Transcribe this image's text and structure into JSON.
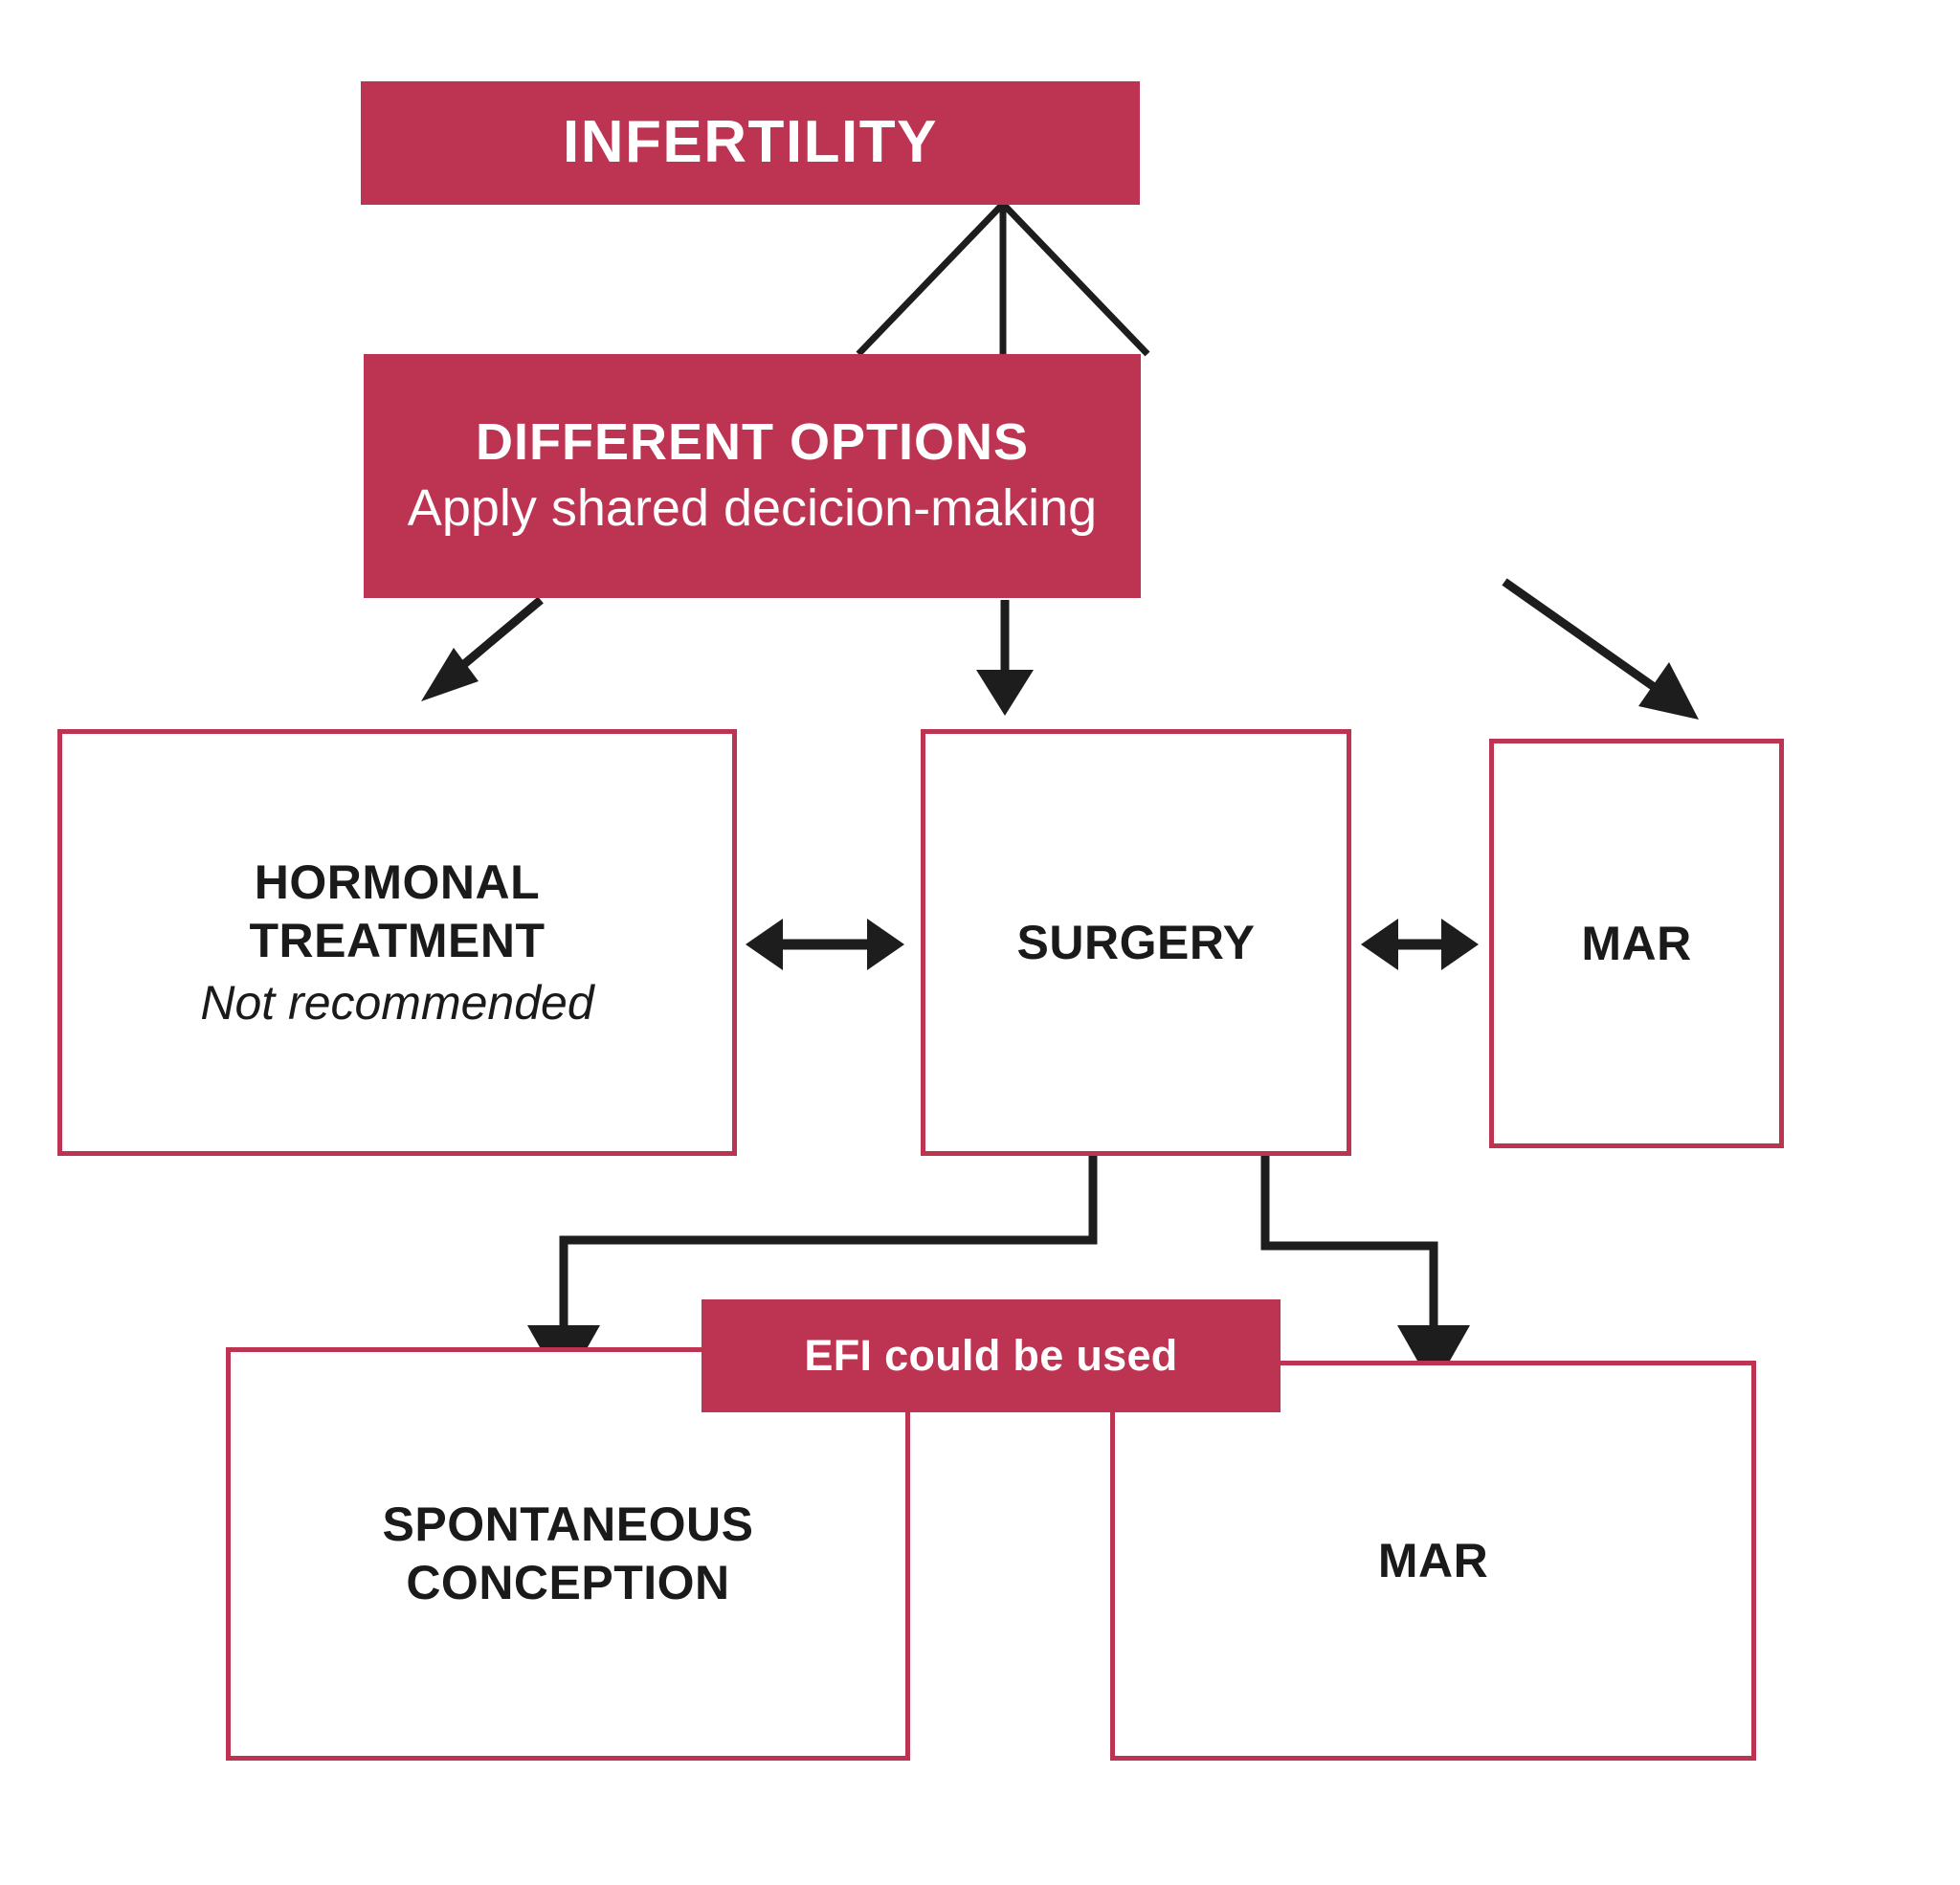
{
  "diagram": {
    "title": "INFERTILITY treatment options flowchart",
    "accent_color": "#BC3452",
    "line_color": "#1D1D1D",
    "background_color": "#FFFFFF"
  },
  "nodes": {
    "infertility": {
      "label": "INFERTILITY",
      "style": "filled"
    },
    "different_options": {
      "label": "DIFFERENT OPTIONS",
      "subtitle": "Apply shared decicion-making",
      "style": "filled"
    },
    "hormonal_treatment": {
      "label_line1": "HORMONAL",
      "label_line2": "TREATMENT",
      "note": "Not recommended",
      "style": "outlined"
    },
    "surgery": {
      "label": "SURGERY",
      "style": "outlined"
    },
    "mar_middle": {
      "label": "MAR",
      "style": "outlined"
    },
    "spontaneous_conception": {
      "label_line1": "SPONTANEOUS",
      "label_line2": "CONCEPTION",
      "style": "outlined"
    },
    "mar_bottom": {
      "label": "MAR",
      "style": "outlined"
    },
    "efi_banner": {
      "label": "EFI could be used",
      "style": "filled"
    }
  },
  "connectors": [
    {
      "name": "infertility-to-options-left",
      "type": "line",
      "arrowhead": "none"
    },
    {
      "name": "infertility-to-options-center",
      "type": "line",
      "arrowhead": "none"
    },
    {
      "name": "infertility-to-options-right",
      "type": "line",
      "arrowhead": "none"
    },
    {
      "name": "options-to-hormonal",
      "type": "diagonal",
      "arrowhead": "single"
    },
    {
      "name": "options-to-surgery",
      "type": "vertical",
      "arrowhead": "single"
    },
    {
      "name": "options-to-mar",
      "type": "diagonal",
      "arrowhead": "single"
    },
    {
      "name": "hormonal-surgery-bidirectional",
      "type": "horizontal",
      "arrowhead": "double"
    },
    {
      "name": "surgery-mar-bidirectional",
      "type": "horizontal",
      "arrowhead": "double"
    },
    {
      "name": "surgery-to-spontaneous",
      "type": "elbow",
      "arrowhead": "single"
    },
    {
      "name": "surgery-to-mar-bottom",
      "type": "elbow",
      "arrowhead": "single"
    }
  ]
}
